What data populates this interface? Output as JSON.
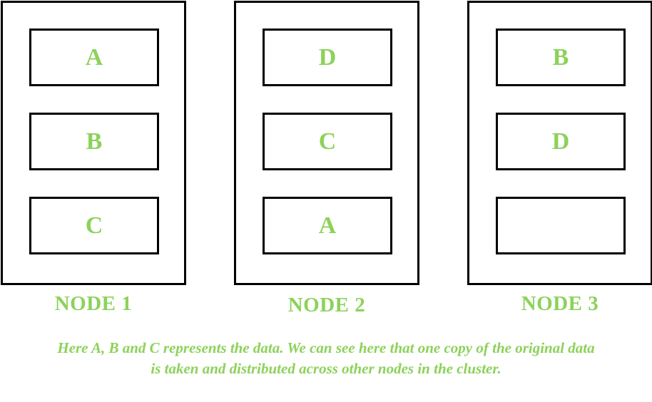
{
  "colors": {
    "accent_green": "#8cd25a",
    "border": "#000000",
    "background": "#ffffff"
  },
  "nodes": [
    {
      "label": "NODE 1",
      "blocks": [
        "A",
        "B",
        "C"
      ]
    },
    {
      "label": "NODE 2",
      "blocks": [
        "D",
        "C",
        "A"
      ]
    },
    {
      "label": "NODE 3",
      "blocks": [
        "B",
        "D",
        ""
      ]
    }
  ],
  "caption": {
    "line1": "Here A, B and C represents the data. We can see here that one copy of the original data",
    "line2": "is taken and distributed across other nodes in the cluster."
  }
}
